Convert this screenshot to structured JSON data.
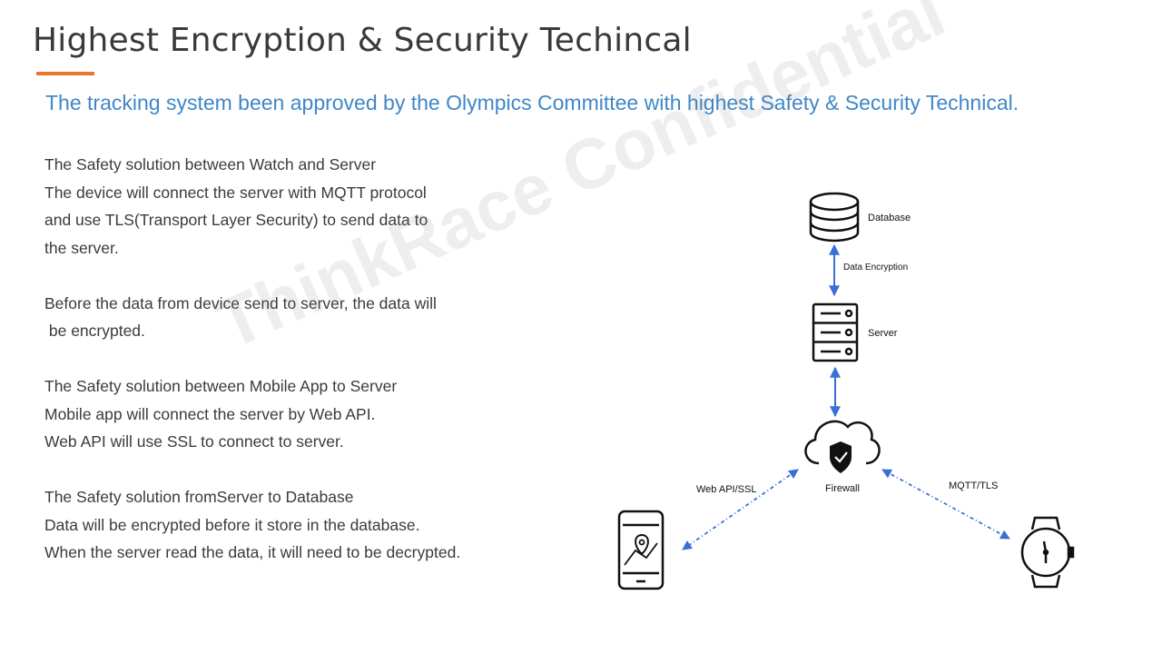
{
  "header": {
    "title": "Highest Encryption & Security Techincal",
    "subtitle": "The tracking system been approved by the Olympics Committee with highest Safety  & Security Technical."
  },
  "body": {
    "paragraphs": [
      {
        "lines": [
          "The Safety solution between Watch and Server",
          "The device will connect the server with MQTT protocol",
          "and use TLS(Transport Layer Security) to send data to",
          "the server."
        ]
      },
      {
        "lines": [
          "Before the data from device send to server, the data will",
          " be encrypted."
        ]
      },
      {
        "lines": [
          "The Safety solution between Mobile App to Server",
          "Mobile app will connect the server by Web API.",
          "Web API will use SSL to connect to server."
        ]
      },
      {
        "lines": [
          "The Safety solution fromServer to Database",
          "Data will be encrypted before it store in the database.",
          "When the server read the data, it will need to be decrypted."
        ]
      }
    ]
  },
  "watermark": {
    "text": "ThinkRace Confidential"
  },
  "diagram": {
    "database_label": "Database",
    "encryption_label": "Data Encryption",
    "server_label": "Server",
    "firewall_label": "Firewall",
    "webapi_label": "Web API/SSL",
    "mqtt_label": "MQTT/TLS"
  },
  "colors": {
    "accent": "#e8762d",
    "subtitle": "#3f87c8",
    "arrow": "#3a6fd8"
  }
}
